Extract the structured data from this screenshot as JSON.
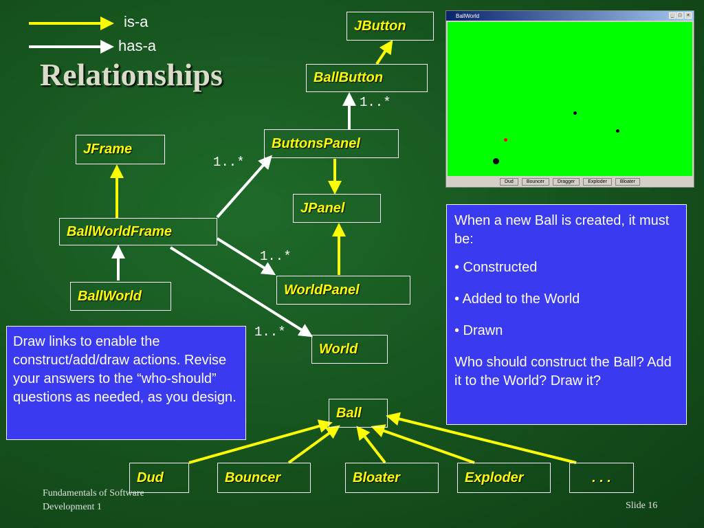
{
  "legend": {
    "isa": "is-a",
    "hasa": "has-a"
  },
  "title": "Relationships",
  "classes": {
    "jbutton": "JButton",
    "ballbutton": "BallButton",
    "buttonspanel": "ButtonsPanel",
    "jframe": "JFrame",
    "jpanel": "JPanel",
    "ballworldframe": "BallWorldFrame",
    "ballworld": "BallWorld",
    "worldpanel": "WorldPanel",
    "world": "World",
    "ball": "Ball",
    "dud": "Dud",
    "bouncer": "Bouncer",
    "bloater": "Bloater",
    "exploder": "Exploder",
    "more": ". . ."
  },
  "multiplicity": "1..*",
  "left_note": "Draw links to enable the construct/add/draw actions. Revise your answers to the “who-should” questions as needed, as you design.",
  "right_note": {
    "intro": "When a new Ball is created, it must be:",
    "items": [
      "•  Constructed",
      "•  Added to the World",
      "•  Drawn"
    ],
    "question": "Who should construct the Ball?  Add it to the World? Draw it?"
  },
  "screenshot": {
    "window_title": "BallWorld",
    "buttons": [
      "Dud",
      "Bouncer",
      "Dragger",
      "Exploder",
      "Bloater"
    ]
  },
  "footer": {
    "course": "Fundamentals of Software Development 1",
    "slide": "Slide 16"
  },
  "colors": {
    "isa": "#ffff00",
    "hasa": "#ffffff",
    "background": "#17561f",
    "note": "#3a3af0",
    "canvas": "#00ff00"
  }
}
